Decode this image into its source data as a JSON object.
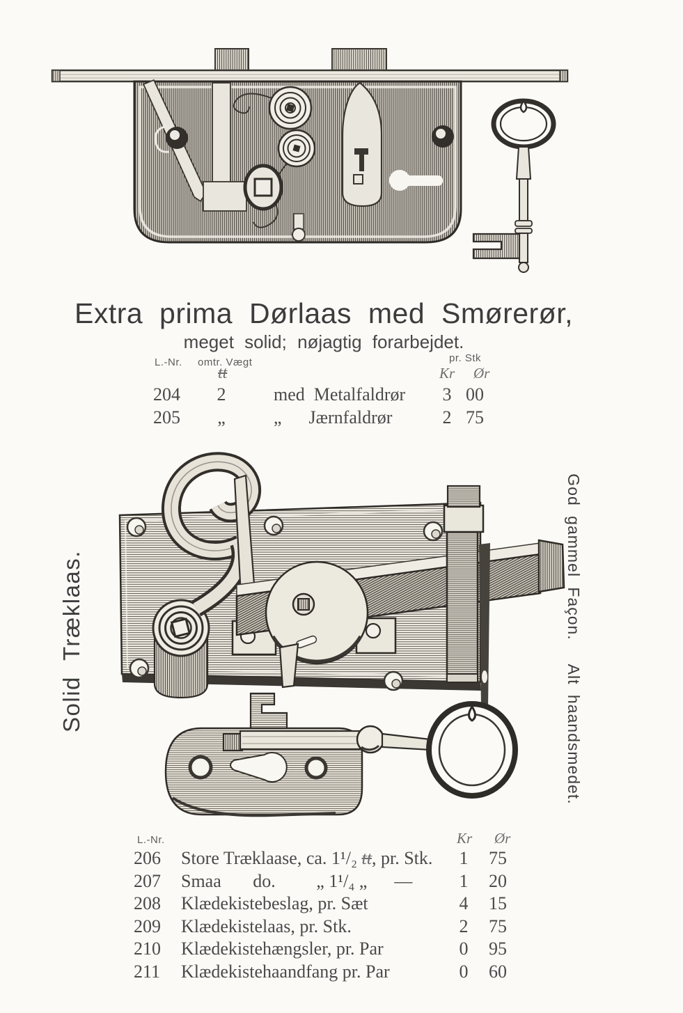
{
  "page": {
    "background": "#fbfaf7",
    "ink": "#3c3c3c"
  },
  "title": {
    "main": "Extra prima Dørlaas med Smørerør,",
    "subtitle": "meget solid; nøjagtig forarbejdet."
  },
  "table1": {
    "headers": {
      "lnr": "L.-Nr.",
      "weight": "omtr. Vægt",
      "weight_unit": "tt",
      "price": "pr. Stk",
      "kr": "Kr",
      "ore": "Ør"
    },
    "rows": [
      {
        "nr": "204",
        "weight": "2",
        "desc": [
          {
            "t": "med  Metalfaldrør"
          }
        ],
        "kr": "3",
        "ore": "00"
      },
      {
        "nr": "205",
        "weight": "„",
        "desc": [
          {
            "t": "„      Jærnfaldrør"
          }
        ],
        "kr": "2",
        "ore": "75"
      }
    ]
  },
  "side_labels": {
    "left": "Solid Træklaas.",
    "right_top": "God gammel Façon.",
    "right_bottom": "Alt haandsmedet."
  },
  "table2": {
    "headers": {
      "lnr": "L.-Nr.",
      "kr": "Kr",
      "ore": "Ør"
    },
    "rows": [
      {
        "nr": "206",
        "desc": [
          {
            "t": "Store Træklaase, ca. 1¹/₂ "
          },
          {
            "t": "tt",
            "cls": "pound"
          },
          {
            "t": ", pr. Stk."
          }
        ],
        "kr": "1",
        "ore": "75"
      },
      {
        "nr": "207",
        "desc": [
          {
            "t": "Smaa       do.         „ 1¹/₄ „      —"
          }
        ],
        "kr": "1",
        "ore": "20"
      },
      {
        "nr": "208",
        "desc": [
          {
            "t": "Klædekistebeslag, pr. Sæt"
          }
        ],
        "kr": "4",
        "ore": "15"
      },
      {
        "nr": "209",
        "desc": [
          {
            "t": "Klædekistelaas, pr. Stk."
          }
        ],
        "kr": "2",
        "ore": "75"
      },
      {
        "nr": "210",
        "desc": [
          {
            "t": "Klædekistehængsler, pr. Par"
          }
        ],
        "kr": "0",
        "ore": "95"
      },
      {
        "nr": "211",
        "desc": [
          {
            "t": "Klædekistehaandfang pr. Par"
          }
        ],
        "kr": "0",
        "ore": "60"
      }
    ]
  },
  "illustrations": {
    "top": "mortise-door-lock-with-faceplate-and-key",
    "middle": "rim-draw-lock-mechanism-with-springs-and-bolt",
    "bottom": "escutcheon-plate-with-bolt-and-key"
  }
}
